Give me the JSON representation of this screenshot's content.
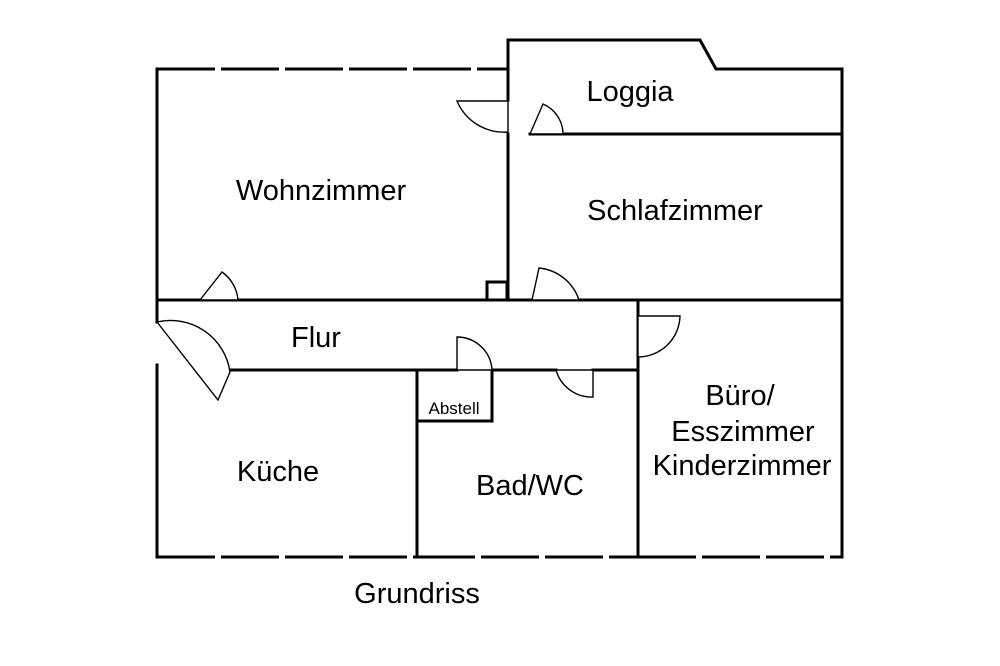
{
  "rooms": {
    "loggia": "Loggia",
    "wohnzimmer": "Wohnzimmer",
    "schlafzimmer": "Schlafzimmer",
    "flur": "Flur",
    "abstell": "Abstell",
    "kueche": "Küche",
    "bad": "Bad/WC",
    "buero_line1": "Büro/",
    "buero_line2": "Esszimmer",
    "buero_line3": "Kinderzimmer"
  },
  "caption": "Grundriss"
}
